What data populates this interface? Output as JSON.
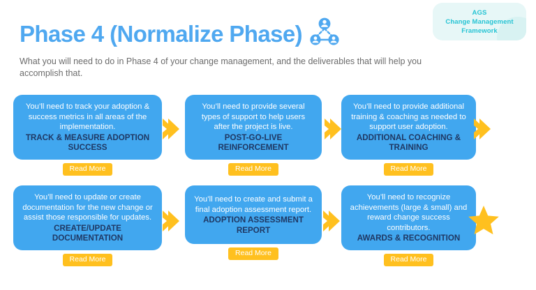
{
  "header": {
    "title": "Phase 4 (Normalize Phase)",
    "subtitle": "What you will need to do in Phase 4 of your change management, and the deliverables that will help you accomplish that.",
    "team_icon": "team-network-icon",
    "brand": {
      "line1": "AGS",
      "line2": "Change Management",
      "line3": "Framework"
    }
  },
  "colors": {
    "title_blue": "#4fa8f0",
    "card_blue": "#41a7ef",
    "card_title_navy": "#1f3864",
    "accent_yellow": "#ffc01f",
    "brand_teal": "#27c4d4",
    "brand_badge_bg": "#e7f7f7",
    "subtitle_gray": "#6b6b6b"
  },
  "cards": [
    {
      "body": "You’ll need to track your adoption & success metrics in all areas of the implementation.",
      "title": "TRACK & MEASURE ADOPTION SUCCESS",
      "button": "Read More",
      "connector": "chevron-right-icon"
    },
    {
      "body": "You’ll need to provide several types of support to help users after the project is live.",
      "title": "POST-GO-LIVE REINFORCEMENT",
      "button": "Read More",
      "connector": "chevron-right-icon"
    },
    {
      "body": "You’ll need to provide additional training & coaching as needed to support user adoption.",
      "title": "ADDITIONAL COACHING & TRAINING",
      "button": "Read More",
      "connector": "chevron-right-icon"
    },
    {
      "body": "You’ll need to update or create documentation for the new change or assist those responsible for updates.",
      "title": "CREATE/UPDATE DOCUMENTATION",
      "button": "Read More",
      "connector": "chevron-right-icon"
    },
    {
      "body": "You’ll need to create and submit a final adoption assessment report.",
      "title": "ADOPTION ASSESSMENT REPORT",
      "button": "Read More",
      "connector": "chevron-right-icon"
    },
    {
      "body": "You’ll need to recognize achievements (large & small) and reward change success contributors.",
      "title": "AWARDS & RECOGNITION",
      "button": "Read More",
      "connector": "star-icon"
    }
  ]
}
